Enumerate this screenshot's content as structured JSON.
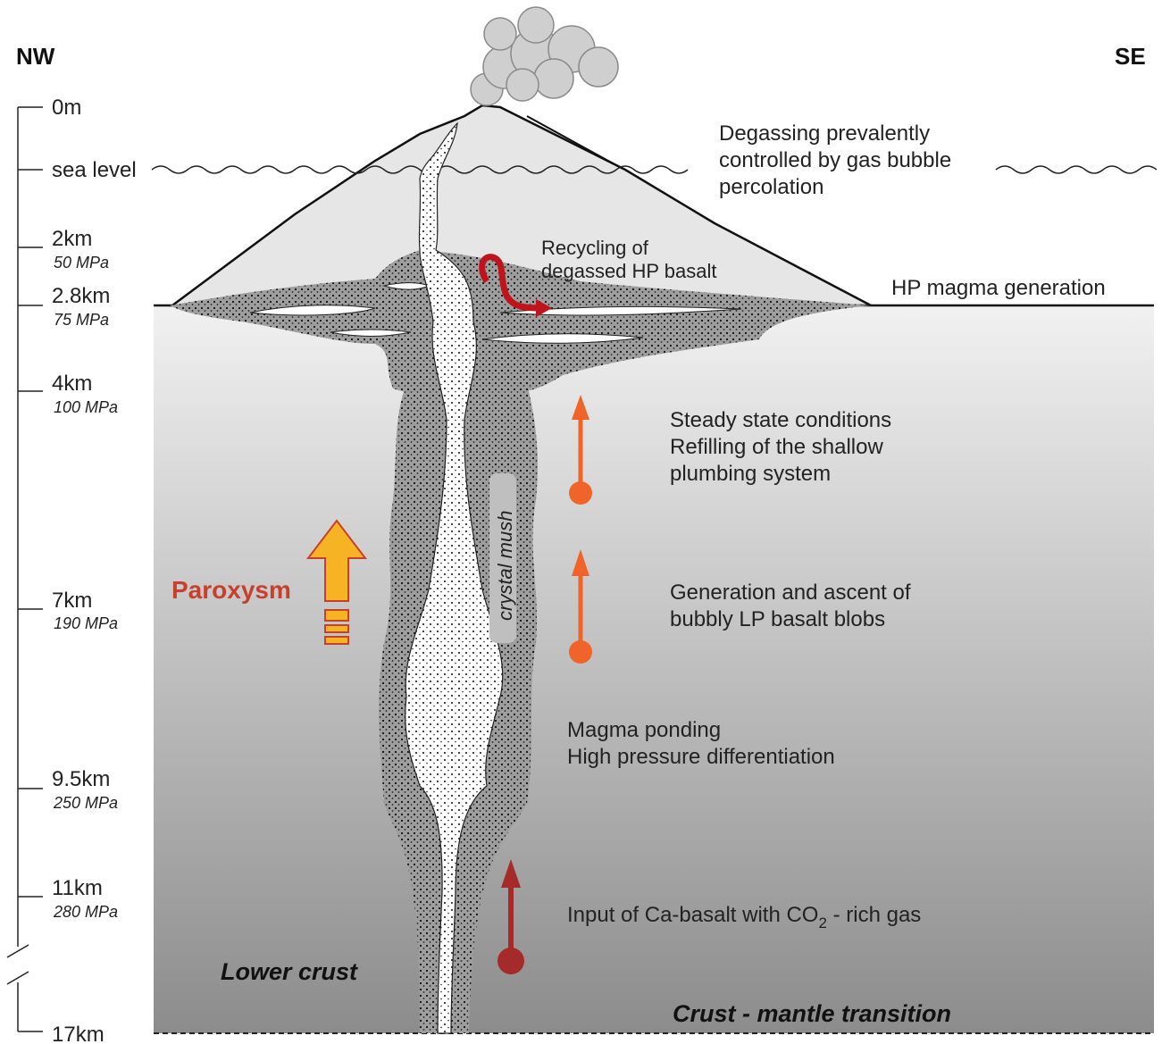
{
  "directions": {
    "left": "NW",
    "right": "SE"
  },
  "depth_scale": [
    {
      "depth": "0m",
      "pressure": ""
    },
    {
      "depth": "sea level",
      "pressure": ""
    },
    {
      "depth": "2km",
      "pressure": "50 MPa"
    },
    {
      "depth": "2.8km",
      "pressure": "75 MPa"
    },
    {
      "depth": "4km",
      "pressure": "100 MPa"
    },
    {
      "depth": "7km",
      "pressure": "190 MPa"
    },
    {
      "depth": "9.5km",
      "pressure": "250 MPa"
    },
    {
      "depth": "11km",
      "pressure": "280 MPa"
    },
    {
      "depth": "17km",
      "pressure": ""
    }
  ],
  "annotations": {
    "degassing": [
      "Degassing prevalently",
      "controlled by gas bubble",
      "percolation"
    ],
    "recycling": [
      "Recycling of",
      "degassed HP basalt"
    ],
    "hp_generation": "HP magma generation",
    "steady_state": [
      "Steady state conditions",
      "Refilling of the shallow",
      "plumbing system"
    ],
    "generation_ascent": [
      "Generation and ascent of",
      "bubbly LP basalt blobs"
    ],
    "ponding": [
      "Magma ponding",
      "High pressure differentiation"
    ],
    "input": {
      "main": "Input of Ca-basalt with CO",
      "subscript": "2",
      "rest": " - rich gas"
    },
    "crystal_mush": "crystal mush",
    "paroxysm": "Paroxysm",
    "lower_crust": "Lower crust",
    "crust_mantle": "Crust - mantle transition"
  },
  "colors": {
    "paroxysm_text": "#c8402c",
    "paroxysm_arrow": "#f6b425",
    "ascent_arrow": "#f0642a",
    "input_arrow": "#a52a2a",
    "recycling_arrow": "#c0141c"
  }
}
